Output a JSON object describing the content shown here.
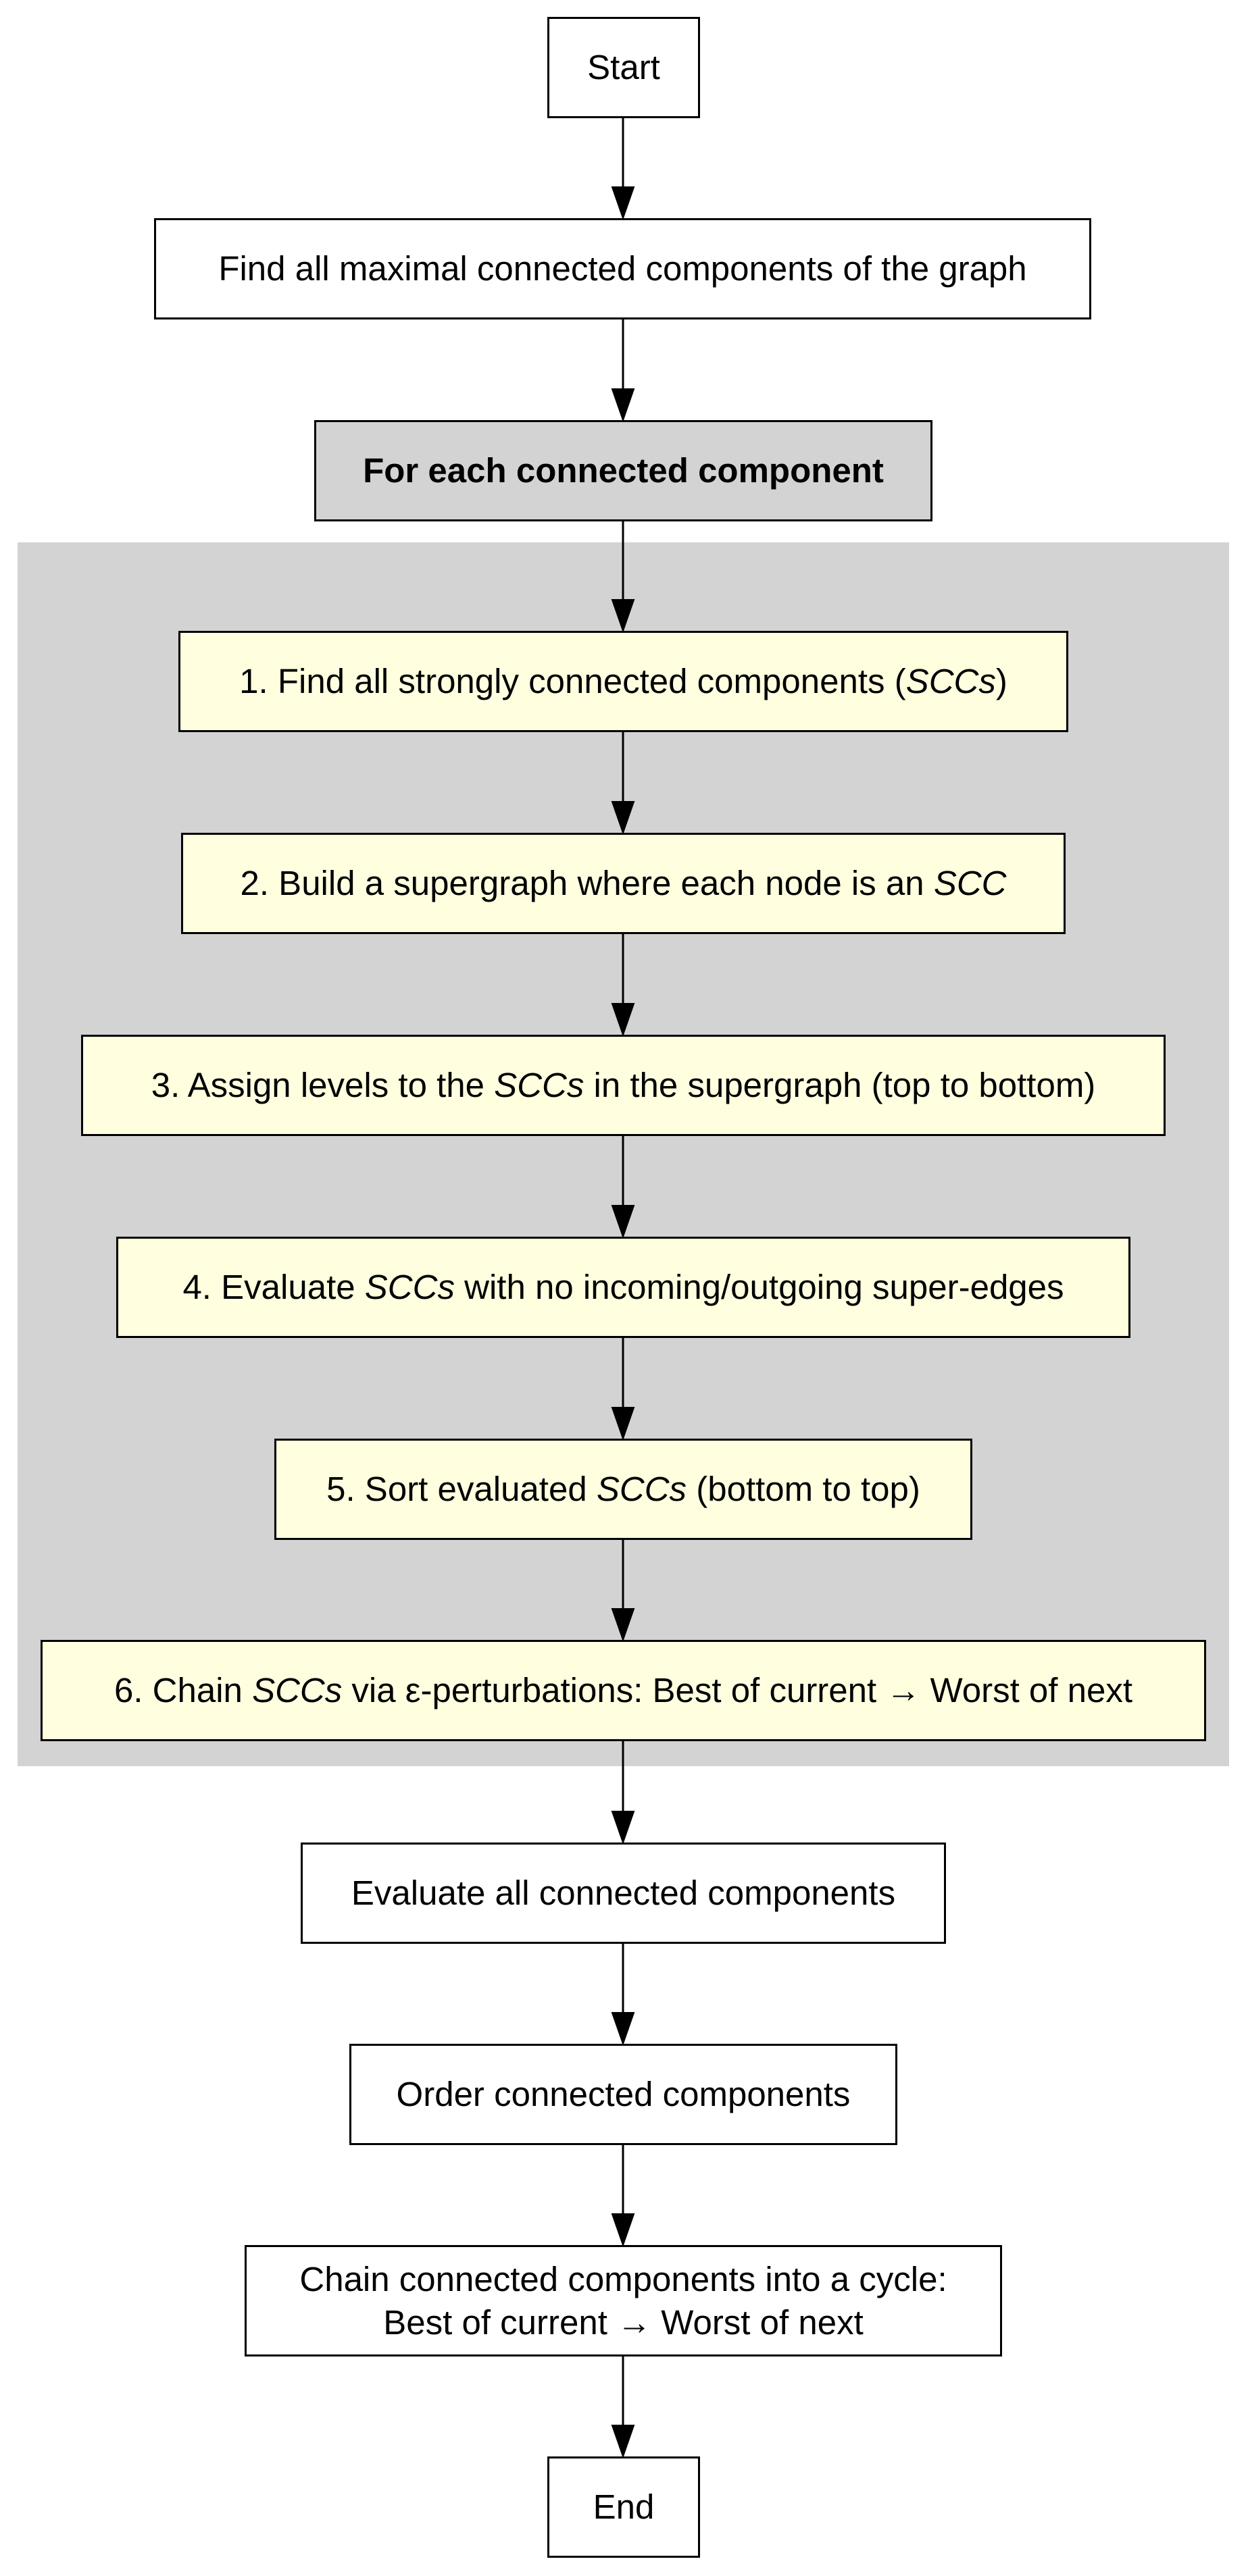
{
  "nodes": {
    "start": "Start",
    "find_components": "Find all maximal connected components of the graph",
    "for_each": "For each connected component",
    "step1": {
      "before": "1. Find all strongly connected components (",
      "em": "SCCs",
      "after": ")"
    },
    "step2": {
      "before": "2. Build a supergraph where each node is an ",
      "em": "SCC",
      "after": ""
    },
    "step3": {
      "before": "3. Assign levels to the ",
      "em": "SCCs",
      "after": " in the supergraph (top to bottom)"
    },
    "step4": {
      "before": "4. Evaluate ",
      "em": "SCCs",
      "after": " with no incoming/outgoing super-edges"
    },
    "step5": {
      "before": "5. Sort evaluated ",
      "em": "SCCs",
      "after": " (bottom to top)"
    },
    "step6": {
      "before": "6. Chain ",
      "em": "SCCs",
      "after": " via ε-perturbations: Best of current → Worst of next"
    },
    "evaluate_all": "Evaluate all connected components",
    "order": "Order connected components",
    "chain_cycle": {
      "line1": "Chain connected components into a cycle:",
      "line2": "Best of current → Worst of next"
    },
    "end": "End"
  },
  "colors": {
    "cluster_background": "#d3d3d3",
    "step_fill": "#ffffe0",
    "header_fill": "#d3d3d3",
    "default_fill": "#ffffff",
    "stroke": "#000000"
  }
}
